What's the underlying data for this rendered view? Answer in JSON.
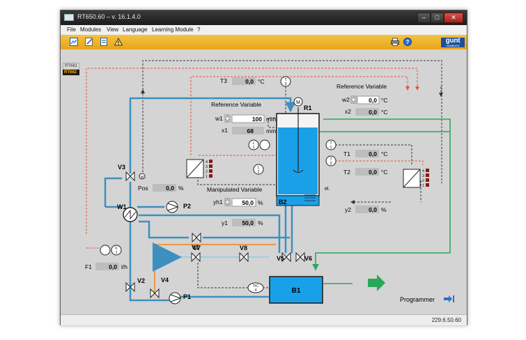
{
  "window": {
    "title": "RT650.60 – v. 16.1.4.0",
    "min": "–",
    "max": "□",
    "close": "✕"
  },
  "menu": [
    "File",
    "Modules",
    "View",
    "Language",
    "Learning Module",
    "?"
  ],
  "toolbar": {
    "icons": [
      "chart-icon",
      "edit-icon",
      "document-icon",
      "warning-icon",
      "print-icon",
      "help-icon"
    ],
    "logo": "gunt",
    "logo_sub": "HAMBURG"
  },
  "modules": [
    "RT681",
    "RT682"
  ],
  "components": {
    "r1": "R1",
    "b1": "B1",
    "b2": "B2",
    "w1": "W1",
    "p1": "P1",
    "p2": "P2",
    "v1": "V1",
    "v2": "V2",
    "v3": "V3",
    "v4": "V4",
    "v5": "V5",
    "v6": "V6",
    "v7": "V7",
    "v8": "V8",
    "m": "M",
    "el": "el."
  },
  "instruments": {
    "t3_tag": [
      "T",
      "3"
    ],
    "l1_tag": [
      "L",
      "1"
    ],
    "l2_tag": [
      "L",
      "2"
    ],
    "t1_tag": [
      "T",
      "1"
    ],
    "t2_tag": [
      "T",
      "2"
    ],
    "f1_tag": [
      "F",
      "1"
    ],
    "tic4_tag": [
      "TIC",
      "4"
    ]
  },
  "controller_levels": [
    "4",
    "3",
    "2",
    "1"
  ],
  "ref_left": {
    "title": "Reference Variable",
    "w1_label": "w1",
    "w1_value": "100",
    "w1_unit": "mm",
    "x1_label": "x1",
    "x1_value": "68",
    "x1_unit": "mm"
  },
  "ref_right": {
    "title": "Reference Variable",
    "w2_label": "w2",
    "w2_value": "0,0",
    "w2_unit": "°C",
    "x2_label": "x2",
    "x2_value": "0,0",
    "x2_unit": "°C"
  },
  "manipulated": {
    "title": "Manipulated Variable",
    "yh1_label": "yh1",
    "yh1_value": "50,0",
    "yh1_unit": "%"
  },
  "readouts": {
    "t3_label": "T3",
    "t3_value": "0,0",
    "t3_unit": "°C",
    "pos_label": "Pos",
    "pos_value": "0,0",
    "pos_unit": "%",
    "t1_label": "T1",
    "t1_value": "0,0",
    "t1_unit": "°C",
    "t2_label": "T2",
    "t2_value": "0,0",
    "t2_unit": "°C",
    "y1_label": "y1",
    "y1_value": "50,0",
    "y1_unit": "%",
    "y2_label": "y2",
    "y2_value": "0,0",
    "y2_unit": "%",
    "f1_label": "F1",
    "f1_value": "0,0",
    "f1_unit": "l/h"
  },
  "programmer": "Programmer",
  "status": {
    "text": "229.6.50.60"
  },
  "colors": {
    "water_blue": "#3d8fbf",
    "tank_fill": "#1aa0e8",
    "hot_red": "#e0553a",
    "green": "#2aa85a",
    "orange": "#e69a4a",
    "light_blue": "#9ccdea",
    "toolbar_yellow": "#f0b431"
  }
}
